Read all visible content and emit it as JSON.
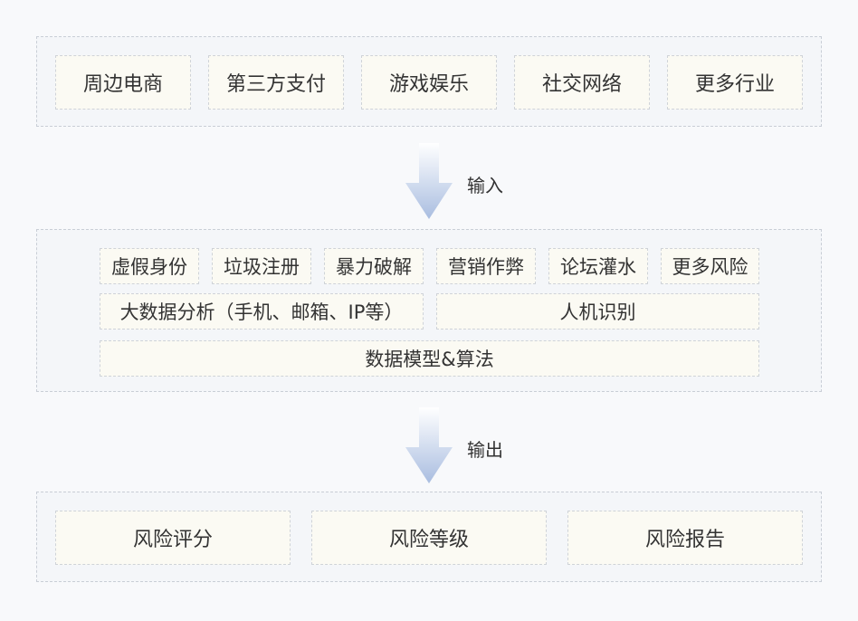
{
  "industries": [
    "周边电商",
    "第三方支付",
    "游戏娱乐",
    "社交网络",
    "更多行业"
  ],
  "arrows": {
    "input_label": "输入",
    "output_label": "输出"
  },
  "risks": [
    "虚假身份",
    "垃圾注册",
    "暴力破解",
    "营销作弊",
    "论坛灌水",
    "更多风险"
  ],
  "analysis": {
    "big_data": "大数据分析（手机、邮箱、IP等）",
    "captcha": "人机识别"
  },
  "models": "数据模型&算法",
  "outputs": [
    "风险评分",
    "风险等级",
    "风险报告"
  ],
  "colors": {
    "arrow_top": "#ffffff",
    "arrow_bottom": "#a9bde0",
    "box_fill": "#fbfaf3",
    "panel_fill": "#f4f6f9"
  }
}
